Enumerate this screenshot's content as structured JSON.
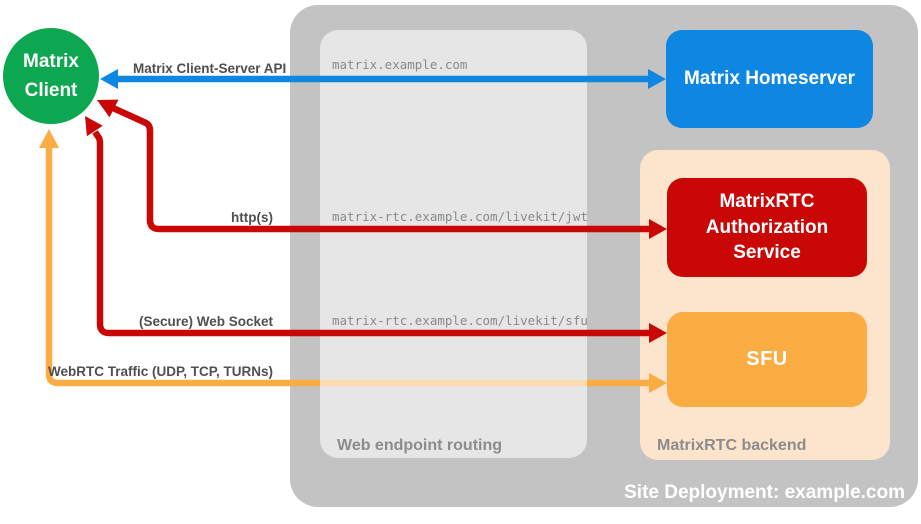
{
  "colors": {
    "green": "#0ca750",
    "blue": "#0d87e2",
    "red": "#c90707",
    "orange": "#fbac43",
    "gray_outer": "#c3c3c3",
    "peach": "#fce4cd"
  },
  "nodes": {
    "client": {
      "line1": "Matrix",
      "line2": "Client"
    },
    "homeserver": {
      "label": "Matrix Homeserver"
    },
    "auth": {
      "label": "MatrixRTC Authorization Service"
    },
    "sfu": {
      "label": "SFU"
    }
  },
  "containers": {
    "site": {
      "label": "Site Deployment: example.com"
    },
    "routing": {
      "label": "Web endpoint routing"
    },
    "backend": {
      "label": "MatrixRTC backend"
    }
  },
  "routes": [
    {
      "label": "matrix.example.com"
    },
    {
      "label": "matrix-rtc.example.com/livekit/jwt"
    },
    {
      "label": "matrix-rtc.example.com/livekit/sfu"
    }
  ],
  "arrows": {
    "cs_api": {
      "label": "Matrix Client-Server API"
    },
    "http": {
      "label": "http(s)"
    },
    "websocket": {
      "label": "(Secure) Web Socket"
    },
    "webrtc": {
      "label": "WebRTC Traffic (UDP, TCP, TURNs)"
    }
  }
}
